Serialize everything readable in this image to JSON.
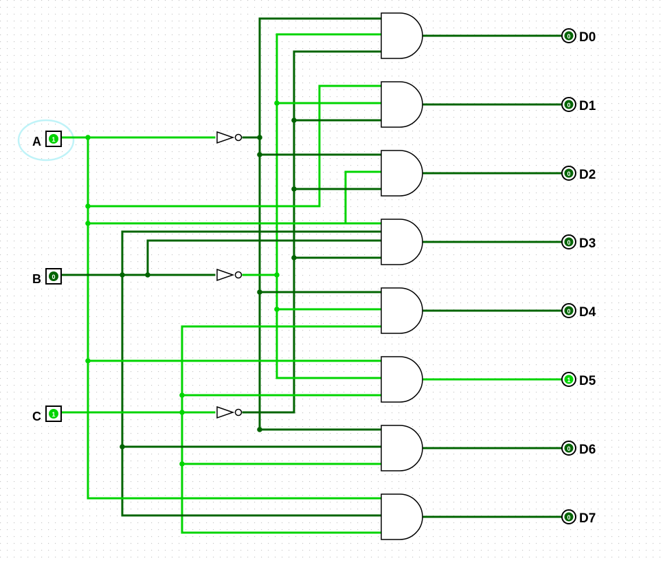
{
  "colors": {
    "wire_on": "#00d400",
    "wire_off": "#006400",
    "grid_dot": "#c8c8c8",
    "selection": "#bff3f8",
    "text": "#000000"
  },
  "inputs": [
    {
      "label": "A",
      "value": "1",
      "on": true
    },
    {
      "label": "B",
      "value": "0",
      "on": false
    },
    {
      "label": "C",
      "value": "1",
      "on": true
    }
  ],
  "outputs": [
    {
      "label": "D0",
      "value": "0",
      "on": false
    },
    {
      "label": "D1",
      "value": "0",
      "on": false
    },
    {
      "label": "D2",
      "value": "0",
      "on": false
    },
    {
      "label": "D3",
      "value": "0",
      "on": false
    },
    {
      "label": "D4",
      "value": "0",
      "on": false
    },
    {
      "label": "D5",
      "value": "1",
      "on": true
    },
    {
      "label": "D6",
      "value": "0",
      "on": false
    },
    {
      "label": "D7",
      "value": "0",
      "on": false
    }
  ],
  "selected_input": "A"
}
